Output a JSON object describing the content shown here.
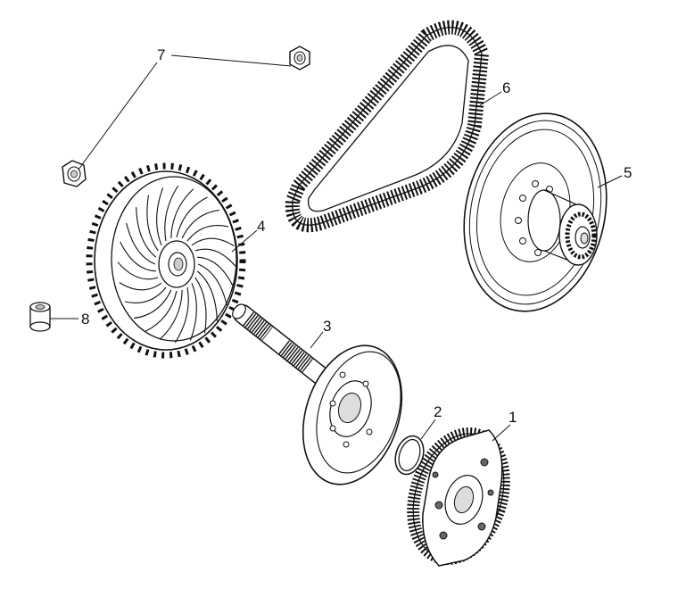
{
  "diagram": {
    "parts": [
      {
        "number": "1",
        "part": "clutch-shoe-assembly"
      },
      {
        "number": "2",
        "part": "o-ring"
      },
      {
        "number": "3",
        "part": "clutch-bell-drum-with-shaft"
      },
      {
        "number": "4",
        "part": "fan-pulley"
      },
      {
        "number": "5",
        "part": "driven-pulley"
      },
      {
        "number": "6",
        "part": "drive-belt"
      },
      {
        "number": "7",
        "part": "nut"
      },
      {
        "number": "8",
        "part": "collar"
      }
    ]
  }
}
